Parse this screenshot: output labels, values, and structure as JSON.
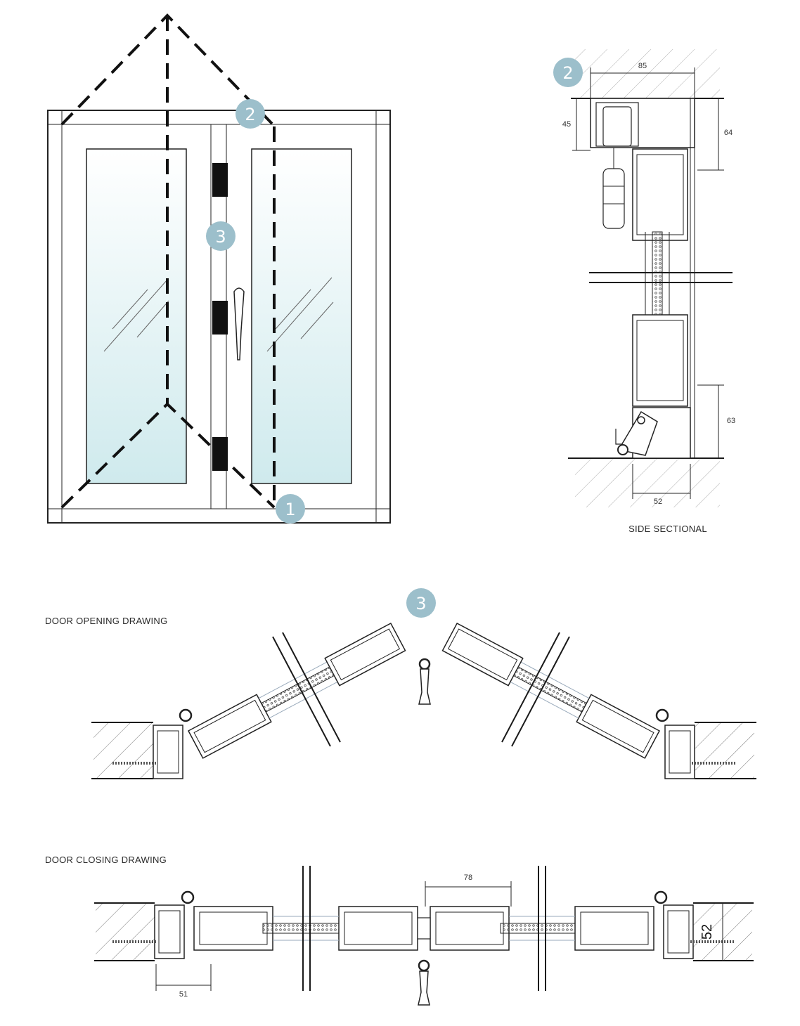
{
  "callouts": {
    "elevation": [
      "2",
      "3",
      "1"
    ],
    "side_section": [
      "2"
    ],
    "opening": [
      "3"
    ]
  },
  "side_section": {
    "caption": "SIDE SECTIONAL",
    "dims": {
      "top_width": "85",
      "left_height": "45",
      "right_upper": "64",
      "right_lower": "63",
      "bottom_width": "52"
    }
  },
  "opening_drawing": {
    "caption": "DOOR OPENING DRAWING"
  },
  "closing_drawing": {
    "caption": "DOOR CLOSING DRAWING",
    "dims": {
      "center": "78",
      "bottom_left": "51",
      "right_vertical": "52"
    }
  },
  "colors": {
    "badge": "#9cbfcb",
    "glass": "#e4f2f4",
    "line": "#1a1a1a"
  }
}
